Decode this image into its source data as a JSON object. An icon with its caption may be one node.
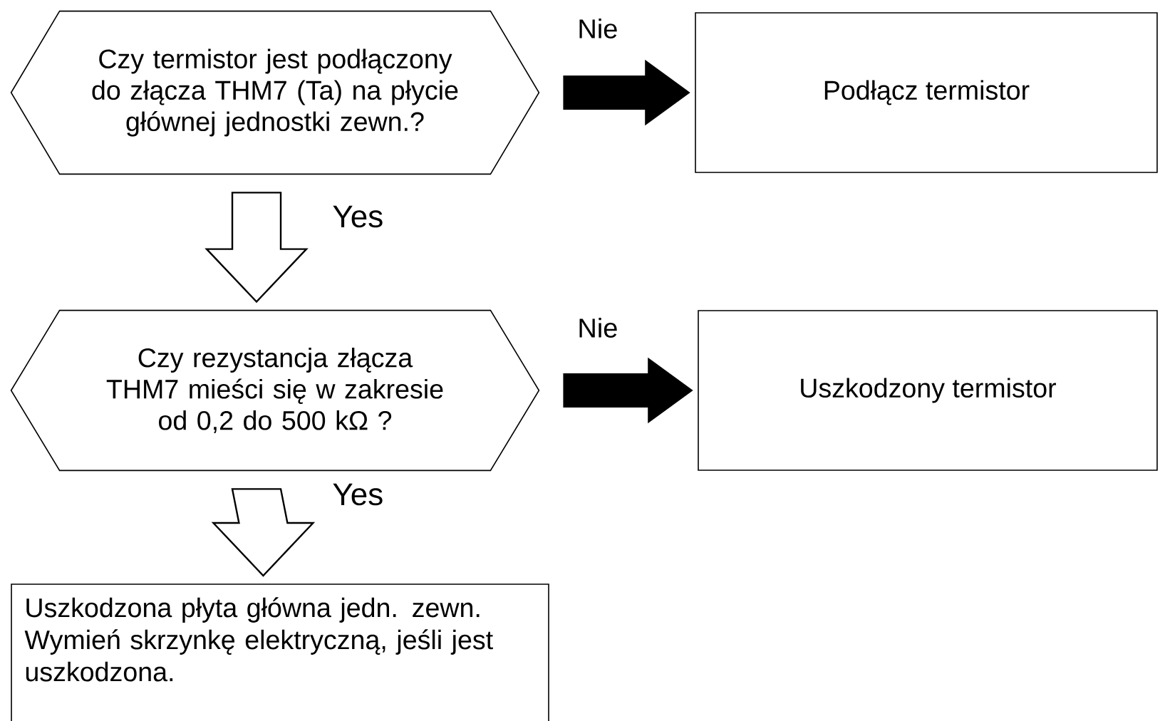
{
  "diagram": {
    "nodes": [
      {
        "text": [
          "Czy termistor jest podłączony do złącza THM7 (Ta) na płycie głównej jednostki zewn.?"
        ]
      },
      {
        "text": [
          "Podłącz termistor"
        ]
      },
      {
        "text": [
          "Czy rezystancja złącza THM7 mieści się w zakresie od 0,2 do 500 kΩ ?"
        ]
      },
      {
        "text": [
          "Uszkodzony termistor"
        ]
      },
      {
        "text": [
          "Uszkodzona płyta główna jedn. zewn. Wymień skrzynkę elektryczną, jeśli jest uszkodzona."
        ]
      }
    ],
    "edges": [
      {
        "from": 0,
        "to": 1,
        "arrow": "to",
        "label": "Nie",
        "color": "#000000"
      },
      {
        "from": 0,
        "to": 2,
        "arrow": "to",
        "label": "Yes",
        "color": "#ffffff"
      },
      {
        "from": 2,
        "to": 3,
        "arrow": "to",
        "label": "Nie",
        "color": "#000000"
      },
      {
        "from": 2,
        "to": 4,
        "arrow": "to",
        "label": "Yes",
        "color": "#ffffff"
      }
    ]
  }
}
